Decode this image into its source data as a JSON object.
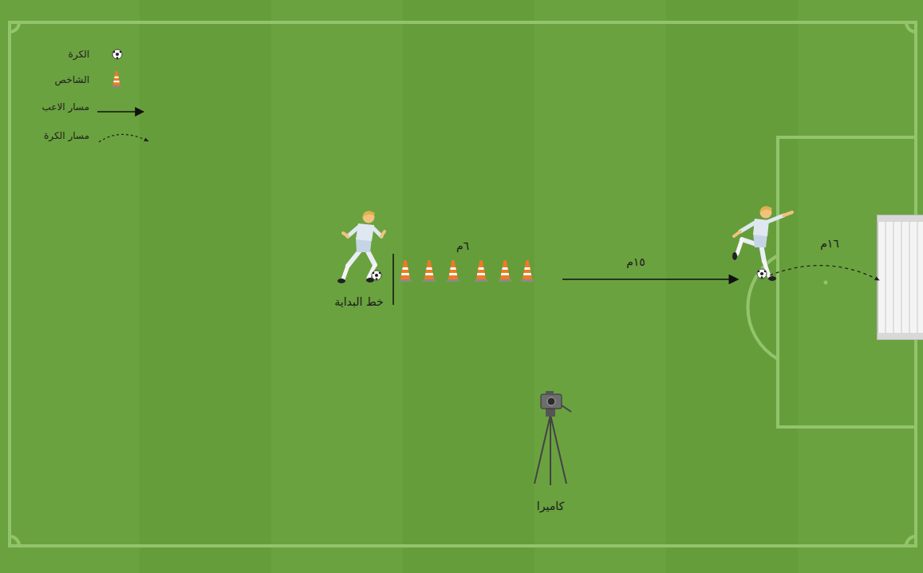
{
  "diagram": {
    "labels": [
      "٦م",
      "خط البداية",
      "١٥م",
      "١٦م",
      "كاميرا"
    ],
    "legend": [
      {
        "text": "الكرة"
      },
      {
        "text": "الشاخص"
      },
      {
        "text": "مسار الاعب"
      },
      {
        "text": "مسار الكرة"
      }
    ]
  }
}
